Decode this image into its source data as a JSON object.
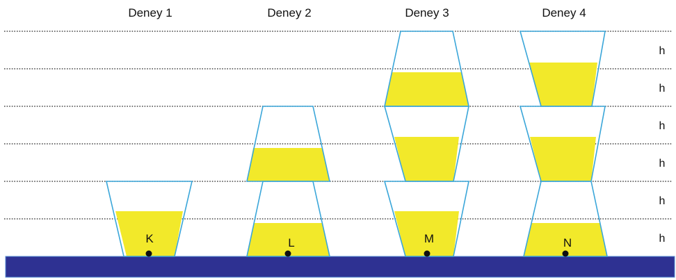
{
  "experiments": [
    {
      "title": "Deney 1",
      "point": "K"
    },
    {
      "title": "Deney 2",
      "point": "L"
    },
    {
      "title": "Deney 3",
      "point": "M"
    },
    {
      "title": "Deney 4",
      "point": "N"
    }
  ],
  "level_labels": [
    "h",
    "h",
    "h",
    "h",
    "h",
    "h"
  ],
  "colors": {
    "container_outline": "#3aa6d9",
    "liquid": "#f2e92a",
    "ground": "#2e3192",
    "ground_border": "#5a8fd6",
    "grid_line": "#222222",
    "point": "#111111"
  }
}
